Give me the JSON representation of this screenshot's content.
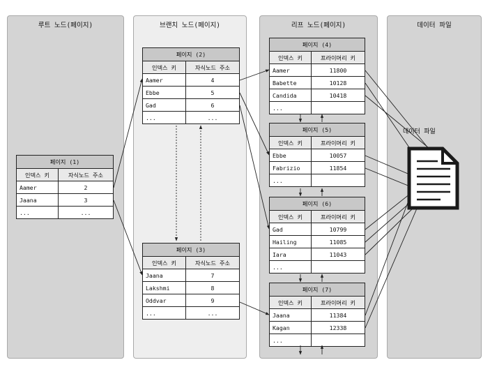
{
  "columns": {
    "root": "루트 노드(페이지)",
    "branch": "브랜치 노드(페이지)",
    "leaf": "리프 노드(페이지)",
    "data": "데이터 파일"
  },
  "data_file_label": "데이터 파일",
  "root_page": {
    "title": "페이지 (1)",
    "headers": [
      "인덱스 키",
      "자식노드 주소"
    ],
    "rows": [
      [
        "Aamer",
        "2"
      ],
      [
        "Jaana",
        "3"
      ],
      [
        "...",
        "..."
      ]
    ]
  },
  "branch_pages": [
    {
      "title": "페이지 (2)",
      "headers": [
        "인덱스 키",
        "자식노드 주소"
      ],
      "rows": [
        [
          "Aamer",
          "4"
        ],
        [
          "Ebbe",
          "5"
        ],
        [
          "Gad",
          "6"
        ],
        [
          "...",
          "..."
        ]
      ]
    },
    {
      "title": "페이지 (3)",
      "headers": [
        "인덱스 키",
        "자식노드 주소"
      ],
      "rows": [
        [
          "Jaana",
          "7"
        ],
        [
          "Lakshmi",
          "8"
        ],
        [
          "Oddvar",
          "9"
        ],
        [
          "...",
          "..."
        ]
      ]
    }
  ],
  "leaf_pages": [
    {
      "title": "페이지 (4)",
      "headers": [
        "인덱스 키",
        "프라이머리 키"
      ],
      "rows": [
        [
          "Aamer",
          "11800"
        ],
        [
          "Babette",
          "10128"
        ],
        [
          "Candida",
          "10418"
        ],
        [
          "...",
          ""
        ]
      ]
    },
    {
      "title": "페이지 (5)",
      "headers": [
        "인덱스 키",
        "프라이머리 키"
      ],
      "rows": [
        [
          "Ebbe",
          "10057"
        ],
        [
          "Fabrizio",
          "11854"
        ],
        [
          "...",
          ""
        ]
      ]
    },
    {
      "title": "페이지 (6)",
      "headers": [
        "인덱스 키",
        "프라이머리 키"
      ],
      "rows": [
        [
          "Gad",
          "10799"
        ],
        [
          "Hailing",
          "11085"
        ],
        [
          "Iara",
          "11043"
        ],
        [
          "...",
          ""
        ]
      ]
    },
    {
      "title": "페이지 (7)",
      "headers": [
        "인덱스 키",
        "프라이머리 키"
      ],
      "rows": [
        [
          "Jaana",
          "11384"
        ],
        [
          "Kagan",
          "12338"
        ],
        [
          "...",
          ""
        ]
      ]
    }
  ],
  "colors": {
    "column_grey": "#d4d4d4",
    "column_light": "#eeeeee",
    "title_fill": "#c8c8c8",
    "line": "#222222"
  },
  "icons": {
    "data_file": "document-icon"
  }
}
